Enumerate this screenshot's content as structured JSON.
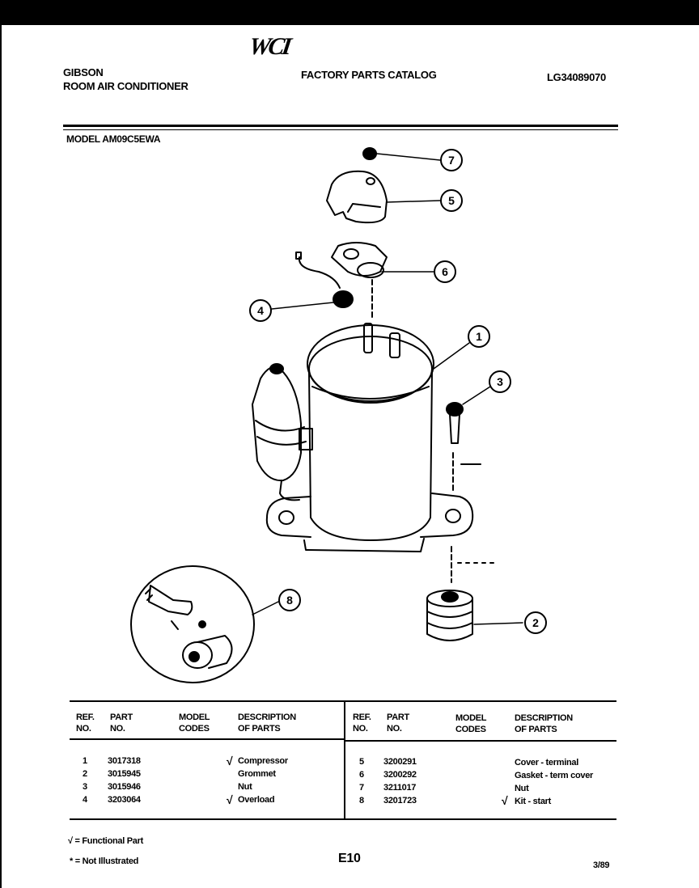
{
  "header": {
    "brand": "GIBSON",
    "product": "ROOM AIR CONDITIONER",
    "logo": "WCI",
    "catalog_title": "FACTORY PARTS CATALOG",
    "catalog_number": "LG34089070",
    "model_label": "MODEL AM09C5EWA"
  },
  "callouts": [
    "1",
    "2",
    "3",
    "4",
    "5",
    "6",
    "7",
    "8"
  ],
  "table": {
    "headers_left": {
      "ref": "REF.\nNO.",
      "part": "PART\nNO.",
      "codes": "MODEL\nCODES",
      "desc": "DESCRIPTION\nOF PARTS"
    },
    "headers_right": {
      "ref": "REF.\nNO.",
      "part": "PART\nNO.",
      "codes": "MODEL\nCODES",
      "desc": "DESCRIPTION\nOF PARTS"
    },
    "rows_left": [
      {
        "ref": "1",
        "part": "3017318",
        "mark": "√",
        "desc": "Compressor"
      },
      {
        "ref": "2",
        "part": "3015945",
        "mark": "",
        "desc": "Grommet"
      },
      {
        "ref": "3",
        "part": "3015946",
        "mark": "",
        "desc": "Nut"
      },
      {
        "ref": "4",
        "part": "3203064",
        "mark": "√",
        "desc": "Overload"
      }
    ],
    "rows_right": [
      {
        "ref": "5",
        "part": "3200291",
        "mark": "",
        "desc": "Cover - terminal"
      },
      {
        "ref": "6",
        "part": "3200292",
        "mark": "",
        "desc": "Gasket - term cover"
      },
      {
        "ref": "7",
        "part": "3211017",
        "mark": "",
        "desc": "Nut"
      },
      {
        "ref": "8",
        "part": "3201723",
        "mark": "√",
        "desc": "Kit - start"
      }
    ]
  },
  "footer": {
    "functional_note": "√ = Functional Part",
    "not_illustrated_note": "* = Not Illustrated",
    "page_code": "E10",
    "date": "3/89"
  }
}
